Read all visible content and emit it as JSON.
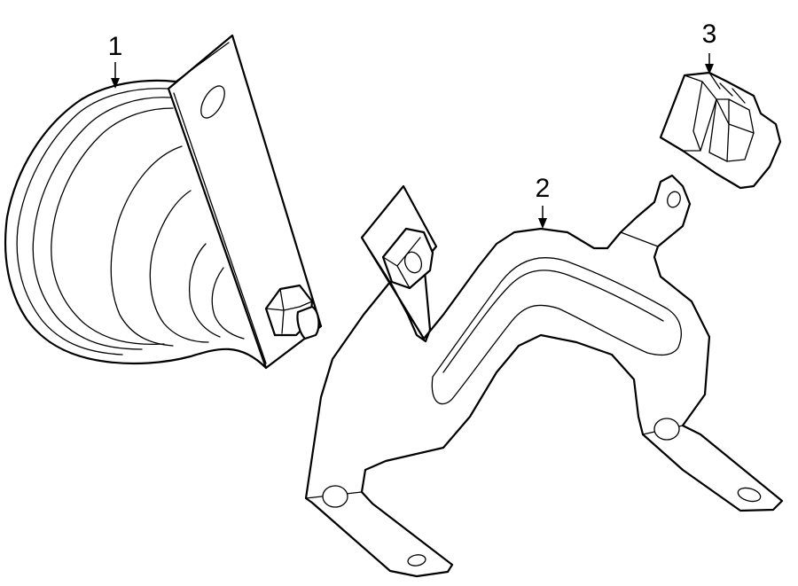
{
  "callouts": [
    {
      "id": "1",
      "label": "1"
    },
    {
      "id": "2",
      "label": "2"
    },
    {
      "id": "3",
      "label": "3"
    }
  ],
  "colors": {
    "line": "#000000",
    "fill": "#ffffff",
    "background": "#ffffff"
  }
}
